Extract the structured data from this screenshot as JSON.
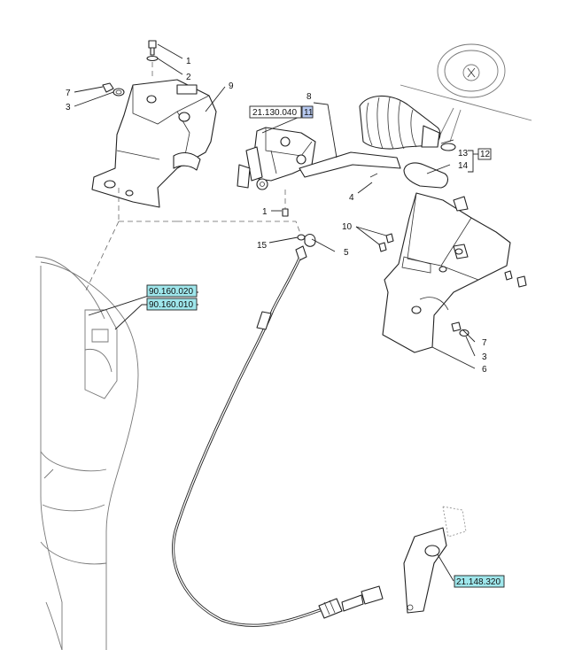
{
  "callouts": {
    "c1_top": "1",
    "c2": "2",
    "c7_left": "7",
    "c3_left": "3",
    "c9": "9",
    "c8": "8",
    "c13": "13",
    "c12": "12",
    "c14": "14",
    "c4": "4",
    "c10": "10",
    "c1_mid": "1",
    "c15": "15",
    "c5": "5",
    "c7_right": "7",
    "c3_right": "3",
    "c6": "6"
  },
  "references": {
    "ref_21_130_040": "21.130.040",
    "ref_11": "11",
    "ref_90_160_020": "90.160.020",
    "ref_90_160_010": "90.160.010",
    "ref_21_148_320": "21.148.320"
  },
  "colors": {
    "ref_highlight_cyan": "#9fe7ec",
    "ref_highlight_blue": "#b7c9f0",
    "line": "#222222"
  }
}
